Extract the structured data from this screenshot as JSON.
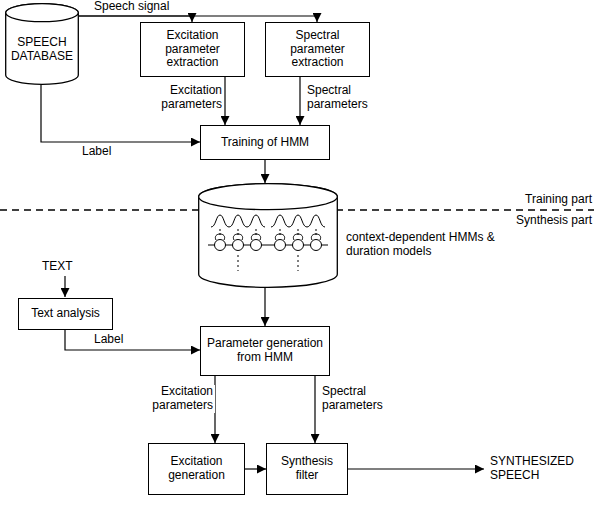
{
  "diagram": {
    "nodes": [
      {
        "text": [
          "SPEECH DATABASE"
        ]
      },
      {
        "text": [
          "Excitation parameter extraction"
        ]
      },
      {
        "text": [
          "Spectral parameter extraction"
        ]
      },
      {
        "text": [
          "Training of HMM"
        ]
      },
      {
        "text": [
          "context-dependent HMMs & duration models"
        ]
      },
      {
        "text": [
          "Text analysis"
        ]
      },
      {
        "text": [
          "Parameter generation from HMM"
        ]
      },
      {
        "text": [
          "Excitation generation"
        ]
      },
      {
        "text": [
          "Synthesis filter"
        ]
      }
    ],
    "edges": [
      {
        "from": 0,
        "to": 1,
        "arrow": "to",
        "label": "Speech signal"
      },
      {
        "from": 0,
        "to": 2,
        "arrow": "to"
      },
      {
        "from": 1,
        "to": 3,
        "arrow": "to",
        "label": "Excitation parameters"
      },
      {
        "from": 2,
        "to": 3,
        "arrow": "to",
        "label": "Spectral parameters"
      },
      {
        "from": 0,
        "to": 3,
        "arrow": "to",
        "label": "Label"
      },
      {
        "from": 3,
        "to": 4,
        "arrow": "to"
      },
      {
        "from": 4,
        "to": 6,
        "arrow": "to"
      },
      {
        "from": 5,
        "to": 6,
        "arrow": "to",
        "label": "Label"
      },
      {
        "from": 6,
        "to": 7,
        "arrow": "to",
        "label": "Excitation parameters"
      },
      {
        "from": 6,
        "to": 8,
        "arrow": "to",
        "label": "Spectral parameters"
      },
      {
        "from": 7,
        "to": 8,
        "arrow": "to"
      }
    ],
    "labels": [
      "Training part",
      "Synthesis part",
      "TEXT",
      "SYNTHESIZED SPEECH"
    ]
  }
}
